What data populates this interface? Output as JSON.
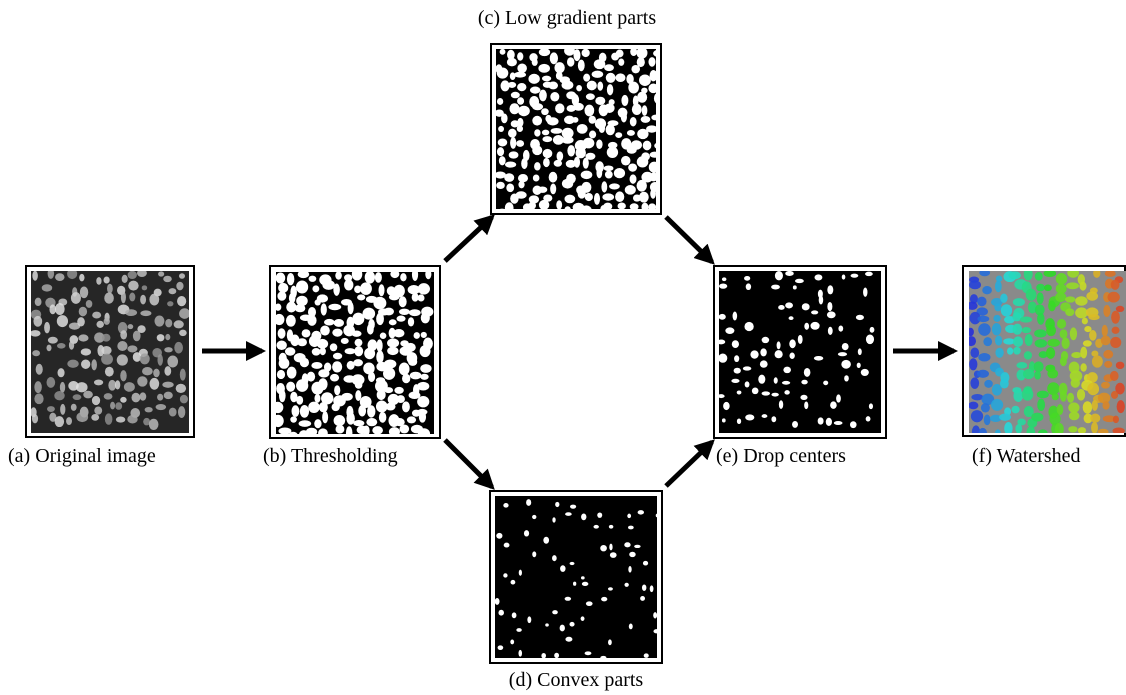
{
  "panels": {
    "a": {
      "caption": "(a) Original image",
      "kind": "grayscale"
    },
    "b": {
      "caption": "(b) Thresholding",
      "kind": "binary-dense"
    },
    "c": {
      "caption": "(c) Low gradient parts",
      "kind": "binary-dense"
    },
    "d": {
      "caption": "(d) Convex parts",
      "kind": "sparse-dots"
    },
    "e": {
      "caption": "(e) Drop centers",
      "kind": "sparse-dots"
    },
    "f": {
      "caption": "(f) Watershed",
      "kind": "colored-segmentation"
    }
  },
  "arrows": [
    {
      "from": "a",
      "to": "b"
    },
    {
      "from": "b",
      "to": "c"
    },
    {
      "from": "b",
      "to": "d"
    },
    {
      "from": "c",
      "to": "e"
    },
    {
      "from": "d",
      "to": "e"
    },
    {
      "from": "e",
      "to": "f"
    }
  ],
  "colors": {
    "border": "#000000",
    "background": "#ffffff",
    "foreground": "#ffffff"
  },
  "icons": {
    "arrow": "arrow-right-icon"
  }
}
